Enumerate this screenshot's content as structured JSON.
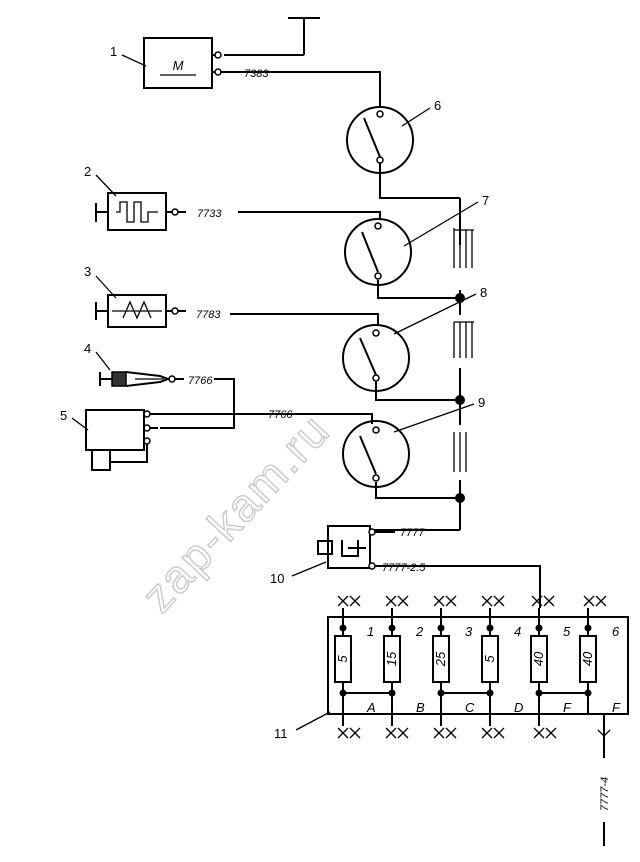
{
  "watermark": "zap-kam.ru",
  "callouts": [
    "1",
    "2",
    "3",
    "4",
    "5",
    "6",
    "7",
    "8",
    "9",
    "10",
    "11"
  ],
  "motor_letter": "M",
  "wires": {
    "w1": "7383",
    "w2": "7733",
    "w3": "7783",
    "w4": "7766",
    "w5": "7766",
    "w6": "7777",
    "w7": "7777-2.5",
    "w8": "7777-4"
  },
  "fuse_box": {
    "numbers": [
      "1",
      "2",
      "3",
      "4",
      "5",
      "6"
    ],
    "ratings": [
      "5",
      "15",
      "25",
      "5",
      "40",
      "40"
    ],
    "letters": [
      "A",
      "B",
      "C",
      "D",
      "F",
      "F"
    ]
  }
}
